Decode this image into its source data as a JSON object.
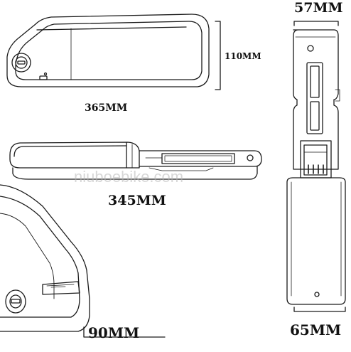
{
  "diagram": {
    "dimensions": {
      "top_width": "57MM",
      "height": "110MM",
      "length_top": "365MM",
      "length_mid": "345MM",
      "bottom_depth": "90MM",
      "bottom_width": "65MM"
    },
    "watermark": "niuboebike.com"
  },
  "colors": {
    "line": "#1a1a1a",
    "label": "#111111",
    "watermark": "#b8b8b8"
  }
}
